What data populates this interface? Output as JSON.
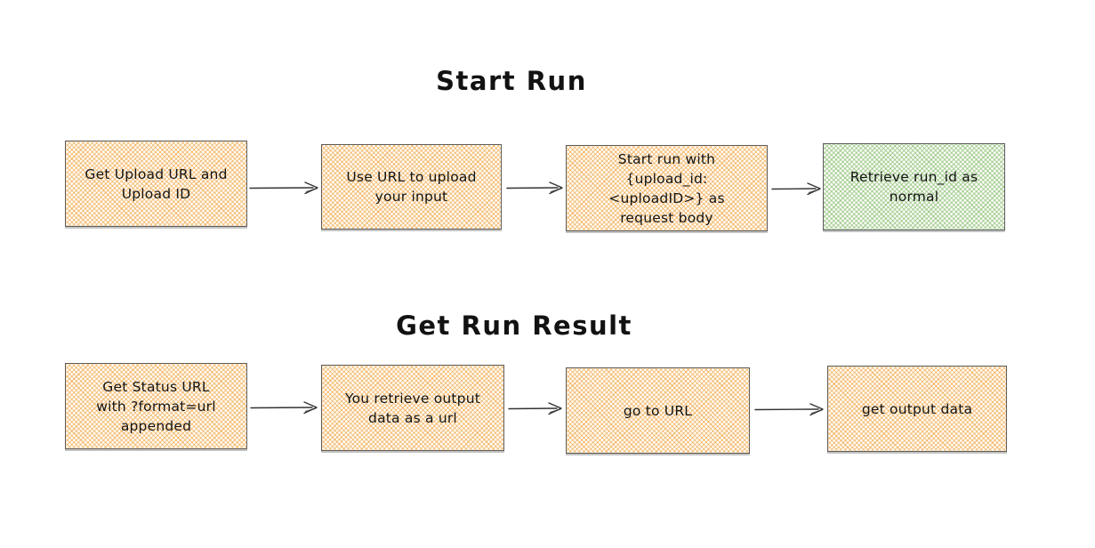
{
  "diagram": {
    "style": "hand-drawn-flowchart",
    "background": "#ffffff"
  },
  "colors": {
    "orange_hatch": "#efa340",
    "green_hatch": "#7ab55c",
    "box_border": "#5d5d5d",
    "arrow": "#333333",
    "text": "#141414"
  },
  "sections": [
    {
      "title": "Start Run",
      "nodes": [
        {
          "label": "Get Upload URL and\nUpload ID",
          "color": "orange"
        },
        {
          "label": "Use URL to upload\nyour input",
          "color": "orange"
        },
        {
          "label": "Start run with\n{upload_id:\n<uploadID>} as\nrequest body",
          "color": "orange"
        },
        {
          "label": "Retrieve run_id as\nnormal",
          "color": "green"
        }
      ]
    },
    {
      "title": "Get Run Result",
      "nodes": [
        {
          "label": "Get Status URL\nwith ?format=url\nappended",
          "color": "orange"
        },
        {
          "label": "You retrieve output\ndata as a url",
          "color": "orange"
        },
        {
          "label": "go to URL",
          "color": "orange"
        },
        {
          "label": "get output data",
          "color": "orange"
        }
      ]
    }
  ]
}
